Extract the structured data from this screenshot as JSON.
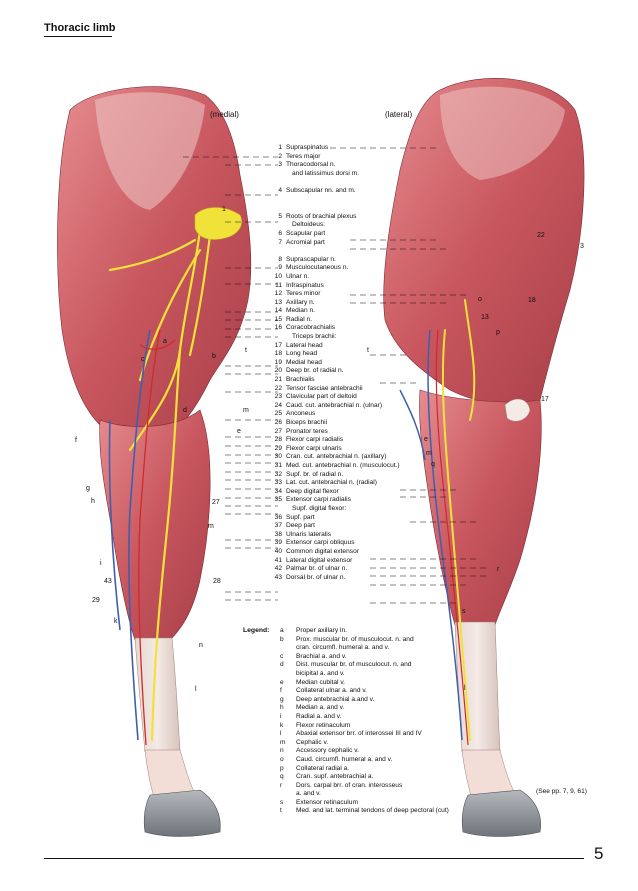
{
  "header": {
    "title": "Thoracic limb"
  },
  "views": {
    "medial": "(medial)",
    "lateral": "(lateral)"
  },
  "structures": [
    {
      "num": "1",
      "text": "Supraspinatus"
    },
    {
      "num": "2",
      "text": "Teres major"
    },
    {
      "num": "3",
      "text": "Thoracodorsal n."
    },
    {
      "num": "",
      "text": "and latissimus dorsi m."
    },
    {
      "num": "",
      "text": ""
    },
    {
      "num": "4",
      "text": "Subscapular nn. and m."
    },
    {
      "num": "",
      "text": ""
    },
    {
      "num": "",
      "text": ""
    },
    {
      "num": "5",
      "text": "Roots of brachial plexus"
    },
    {
      "num": "",
      "text": "Deltoideus:"
    },
    {
      "num": "6",
      "text": "Scapular part"
    },
    {
      "num": "7",
      "text": "Acromial part"
    },
    {
      "num": "",
      "text": ""
    },
    {
      "num": "8",
      "text": "Suprascapular n."
    },
    {
      "num": "9",
      "text": "Musculocutaneous n."
    },
    {
      "num": "10",
      "text": "Ulnar n."
    },
    {
      "num": "11",
      "text": "Infraspinatus"
    },
    {
      "num": "12",
      "text": "Teres minor"
    },
    {
      "num": "13",
      "text": "Axillary n."
    },
    {
      "num": "14",
      "text": "Median n."
    },
    {
      "num": "15",
      "text": "Radial n."
    },
    {
      "num": "16",
      "text": "Coracobrachialis"
    },
    {
      "num": "",
      "text": "Triceps brachii:"
    },
    {
      "num": "17",
      "text": "Lateral head"
    },
    {
      "num": "18",
      "text": "Long head"
    },
    {
      "num": "19",
      "text": "Medial head"
    },
    {
      "num": "20",
      "text": "Deep br. of radial n."
    },
    {
      "num": "21",
      "text": "Brachialis"
    },
    {
      "num": "22",
      "text": "Tensor fasciae antebrachii"
    },
    {
      "num": "23",
      "text": "Clavicular part of deltoid"
    },
    {
      "num": "24",
      "text": "Caud. cut. antebrachial n. (ulnar)"
    },
    {
      "num": "25",
      "text": "Anconeus"
    },
    {
      "num": "26",
      "text": "Biceps brachii"
    },
    {
      "num": "27",
      "text": "Pronator teres"
    },
    {
      "num": "28",
      "text": "Flexor carpi radialis"
    },
    {
      "num": "29",
      "text": "Flexor carpi ulnaris"
    },
    {
      "num": "30",
      "text": "Cran. cut. antebrachial n. (axillary)"
    },
    {
      "num": "31",
      "text": "Med. cut. antebrachial n. (musculocut.)"
    },
    {
      "num": "32",
      "text": "Supf. br. of radial n."
    },
    {
      "num": "33",
      "text": "Lat. cut. antebrachial n. (radial)"
    },
    {
      "num": "34",
      "text": "Deep digital flexor"
    },
    {
      "num": "35",
      "text": "Extensor carpi radialis"
    },
    {
      "num": "",
      "text": "Supf. digital flexor:"
    },
    {
      "num": "36",
      "text": "Supf. part"
    },
    {
      "num": "37",
      "text": "Deep part"
    },
    {
      "num": "38",
      "text": "Ulnaris lateralis"
    },
    {
      "num": "39",
      "text": "Extensor carpi obliquus"
    },
    {
      "num": "40",
      "text": "Common digital extensor"
    },
    {
      "num": "41",
      "text": "Lateral digital extensor"
    },
    {
      "num": "42",
      "text": "Palmar br. of ulnar n."
    },
    {
      "num": "43",
      "text": "Dorsal br. of ulnar n."
    }
  ],
  "legend": {
    "title": "Legend:",
    "items": [
      {
        "key": "a",
        "text": "Proper axillary ln."
      },
      {
        "key": "b",
        "text": "Prox. muscular br. of musculocut. n. and"
      },
      {
        "key": "",
        "text": "cran. circumfl. humeral a. and v."
      },
      {
        "key": "c",
        "text": "Brachial a. and v."
      },
      {
        "key": "d",
        "text": "Dist. muscular br. of musculocut. n. and"
      },
      {
        "key": "",
        "text": "bicipital a. and v."
      },
      {
        "key": "e",
        "text": "Median cubital v."
      },
      {
        "key": "f",
        "text": "Collateral ulnar a. and v."
      },
      {
        "key": "g",
        "text": "Deep antebrachial a.and v."
      },
      {
        "key": "h",
        "text": "Median a. and v."
      },
      {
        "key": "i",
        "text": "Radial a. and v."
      },
      {
        "key": "k",
        "text": "Flexor retinaculum"
      },
      {
        "key": "l",
        "text": "Abaxial extensor brr. of interossei III and IV"
      },
      {
        "key": "m",
        "text": "Cephalic v."
      },
      {
        "key": "n",
        "text": "Accessory cephalic v."
      },
      {
        "key": "o",
        "text": "Caud. circumfl. humeral a. and v."
      },
      {
        "key": "p",
        "text": "Collateral radial a."
      },
      {
        "key": "q",
        "text": "Cran. supf. antebrachial a."
      },
      {
        "key": "r",
        "text": "Dors. carpal brr. of cran. interosseus"
      },
      {
        "key": "",
        "text": "a. and v."
      },
      {
        "key": "s",
        "text": "Extensor retinaculum"
      },
      {
        "key": "t",
        "text": "Med. and lat. terminal tendons of deep pectoral (cut)"
      }
    ]
  },
  "figure_labels": {
    "left": [
      {
        "text": "1"
      },
      {
        "text": "a"
      },
      {
        "text": "c"
      },
      {
        "text": "b"
      },
      {
        "text": "t"
      },
      {
        "text": "d"
      },
      {
        "text": "m"
      },
      {
        "text": "e"
      },
      {
        "text": "f"
      },
      {
        "text": "g"
      },
      {
        "text": "h"
      },
      {
        "text": "27"
      },
      {
        "text": "m"
      },
      {
        "text": "i"
      },
      {
        "text": "43"
      },
      {
        "text": "28"
      },
      {
        "text": "29"
      },
      {
        "text": "k"
      },
      {
        "text": "n"
      },
      {
        "text": "l"
      }
    ],
    "right": [
      {
        "text": "22"
      },
      {
        "text": "3"
      },
      {
        "text": "o"
      },
      {
        "text": "18"
      },
      {
        "text": "13"
      },
      {
        "text": "p"
      },
      {
        "text": "t"
      },
      {
        "text": "17"
      },
      {
        "text": "e"
      },
      {
        "text": "m"
      },
      {
        "text": "q"
      },
      {
        "text": "r"
      },
      {
        "text": "s"
      },
      {
        "text": "l"
      }
    ]
  },
  "see_pages": "(See pp. 7, 9, 61)",
  "page_number": "5",
  "colors": {
    "muscle": "#c8565e",
    "nerve": "#f1e23a",
    "vein": "#3f5fae",
    "artery": "#d02a2a",
    "hoof": "#8a8f96"
  }
}
